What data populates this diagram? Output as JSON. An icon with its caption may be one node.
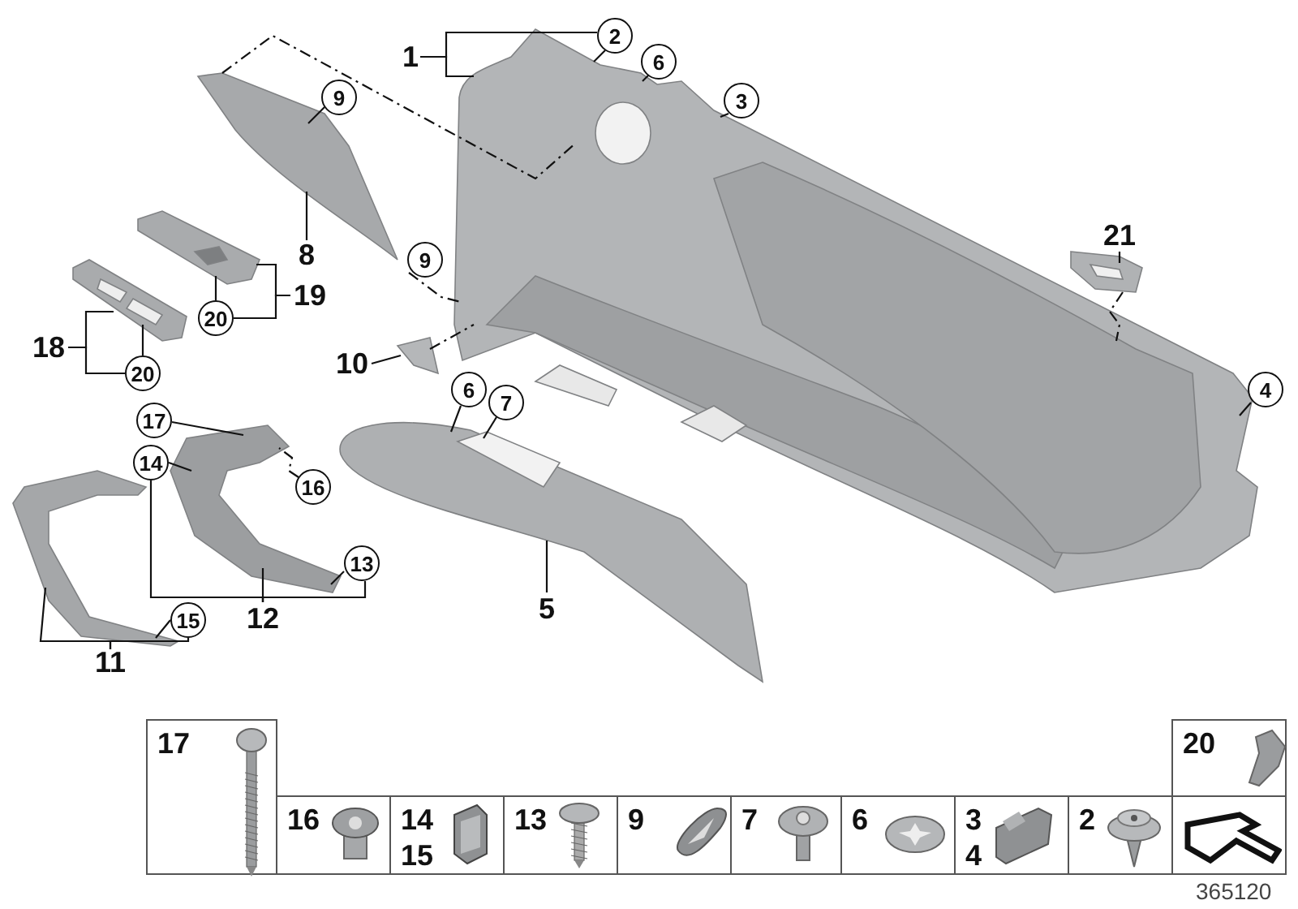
{
  "diagram": {
    "nodes": [
      {
        "text": [
          "1"
        ]
      },
      {
        "text": [
          "2"
        ]
      },
      {
        "text": [
          "6"
        ]
      },
      {
        "text": [
          "3"
        ]
      },
      {
        "text": [],
        "shape": "picture"
      },
      {
        "text": [
          "9"
        ]
      },
      {
        "text": [],
        "shape": "picture"
      },
      {
        "text": [
          "8"
        ]
      },
      {
        "text": [
          "9"
        ]
      },
      {
        "text": [],
        "shape": "picture"
      },
      {
        "text": [
          "21"
        ]
      },
      {
        "text": [],
        "shape": "picture"
      },
      {
        "text": [
          "19"
        ]
      },
      {
        "text": [
          "20"
        ]
      },
      {
        "text": [],
        "shape": "picture"
      },
      {
        "text": [
          "18"
        ]
      },
      {
        "text": [
          "20"
        ]
      },
      {
        "text": [
          "4"
        ]
      },
      {
        "text": [
          "10"
        ]
      },
      {
        "text": [],
        "shape": "picture"
      },
      {
        "text": [
          "6"
        ]
      },
      {
        "text": [
          "7"
        ]
      },
      {
        "text": [],
        "shape": "picture"
      },
      {
        "text": [
          "17"
        ]
      },
      {
        "text": [],
        "shape": "picture"
      },
      {
        "text": [
          "14"
        ]
      },
      {
        "text": [
          "16"
        ]
      },
      {
        "text": [],
        "shape": "picture"
      },
      {
        "text": [
          "13"
        ]
      },
      {
        "text": [
          "5"
        ]
      },
      {
        "text": [
          "12"
        ]
      },
      {
        "text": [
          "15"
        ]
      },
      {
        "text": [
          "11"
        ]
      }
    ],
    "edges": [
      {
        "from": 0,
        "to": 1,
        "arrow": "none"
      },
      {
        "from": 0,
        "to": 4,
        "arrow": "none"
      },
      {
        "from": 1,
        "to": 4,
        "arrow": "none"
      },
      {
        "from": 2,
        "to": 4,
        "arrow": "none"
      },
      {
        "from": 3,
        "to": 4,
        "arrow": "none"
      },
      {
        "from": 5,
        "to": 6,
        "arrow": "none"
      },
      {
        "from": 6,
        "to": 4,
        "arrow": "none",
        "style": "dashed"
      },
      {
        "from": 7,
        "to": 6,
        "arrow": "none"
      },
      {
        "from": 8,
        "to": 4,
        "arrow": "none",
        "style": "dashed"
      },
      {
        "from": 10,
        "to": 11,
        "arrow": "none"
      },
      {
        "from": 11,
        "to": 4,
        "arrow": "none",
        "style": "dashed"
      },
      {
        "from": 12,
        "to": 9,
        "arrow": "none"
      },
      {
        "from": 12,
        "to": 13,
        "arrow": "none"
      },
      {
        "from": 13,
        "to": 9,
        "arrow": "none"
      },
      {
        "from": 15,
        "to": 14,
        "arrow": "none"
      },
      {
        "from": 15,
        "to": 16,
        "arrow": "none"
      },
      {
        "from": 16,
        "to": 14,
        "arrow": "none"
      },
      {
        "from": 17,
        "to": 4,
        "arrow": "none"
      },
      {
        "from": 18,
        "to": 19,
        "arrow": "none"
      },
      {
        "from": 19,
        "to": 4,
        "arrow": "none",
        "style": "dashed"
      },
      {
        "from": 20,
        "to": 22,
        "arrow": "none"
      },
      {
        "from": 21,
        "to": 22,
        "arrow": "none"
      },
      {
        "from": 23,
        "to": 24,
        "arrow": "none"
      },
      {
        "from": 25,
        "to": 24,
        "arrow": "none"
      },
      {
        "from": 26,
        "to": 24,
        "arrow": "none",
        "style": "dashed"
      },
      {
        "from": 28,
        "to": 24,
        "arrow": "none"
      },
      {
        "from": 29,
        "to": 22,
        "arrow": "none"
      },
      {
        "from": 30,
        "to": 24,
        "arrow": "none"
      },
      {
        "from": 30,
        "to": 25,
        "arrow": "none"
      },
      {
        "from": 30,
        "to": 28,
        "arrow": "none"
      },
      {
        "from": 31,
        "to": 27,
        "arrow": "none"
      },
      {
        "from": 32,
        "to": 27,
        "arrow": "none"
      },
      {
        "from": 32,
        "to": 31,
        "arrow": "none"
      }
    ],
    "labels": [
      "17",
      "20",
      "16",
      "14",
      "15",
      "13",
      "9",
      "7",
      "6",
      "3",
      "4",
      "2",
      "365120"
    ]
  }
}
